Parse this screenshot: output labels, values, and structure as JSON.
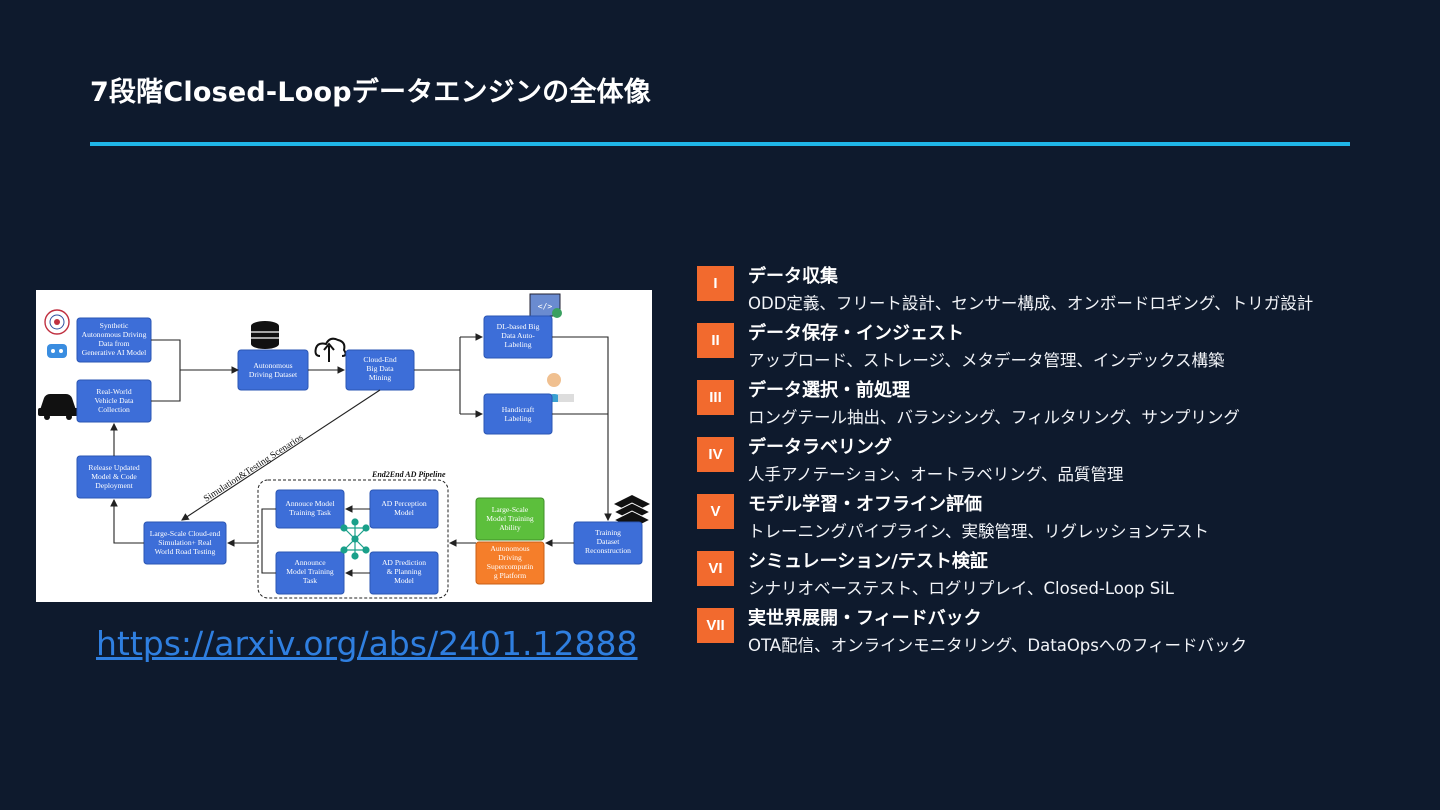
{
  "title": "7段階Closed-Loopデータエンジンの全体像",
  "figure": {
    "pipeline_label": "End2End AD Pipeline",
    "diagonal_label": "Simulation&Testing Scenarios",
    "boxes": {
      "synthetic": [
        "Synthetic",
        "Autonomous Driving",
        "Data from",
        "Generative AI Model"
      ],
      "real_world": [
        "Real-World",
        "Vehicle Data",
        "Collection"
      ],
      "release": [
        "Release Updated",
        "Model & Code",
        "Deployment"
      ],
      "large_scale_sim": [
        "Large-Scale Cloud-end",
        "Simulation+ Real",
        "World Road Testing"
      ],
      "ad_dataset": [
        "Autonomous",
        "Driving Dataset"
      ],
      "cloud_mining": [
        "Cloud-End",
        "Big Data",
        "Mining"
      ],
      "dl_labeling": [
        "DL-based Big",
        "Data Auto-",
        "Labeling"
      ],
      "handicraft": [
        "Handicraft",
        "Labeling"
      ],
      "training_reconstruction": [
        "Training",
        "Dataset",
        "Reconstruction"
      ],
      "large_scale_training": [
        "Large-Scale",
        "Model Training",
        "Ability"
      ],
      "supercomputing": [
        "Autonomous",
        "Driving",
        "Supercomputin",
        "g Platform"
      ],
      "perception": [
        "AD Perception",
        "Model"
      ],
      "prediction": [
        "AD Prediction",
        "& Planning",
        "Model"
      ],
      "annouce_task": [
        "Annouce Model",
        "Training Task"
      ],
      "announce_task": [
        "Announce",
        "Model Training",
        "Task"
      ]
    }
  },
  "link": "https://arxiv.org/abs/2401.12888",
  "steps": [
    {
      "badge": "I",
      "title": "データ収集",
      "desc": "ODD定義、フリート設計、センサー構成、オンボードロギング、トリガ設計"
    },
    {
      "badge": "II",
      "title": "データ保存・インジェスト",
      "desc": "アップロード、ストレージ、メタデータ管理、インデックス構築"
    },
    {
      "badge": "III",
      "title": "データ選択・前処理",
      "desc": "ロングテール抽出、バランシング、フィルタリング、サンプリング"
    },
    {
      "badge": "IV",
      "title": "データラベリング",
      "desc": "人手アノテーション、オートラベリング、品質管理"
    },
    {
      "badge": "V",
      "title": "モデル学習・オフライン評価",
      "desc": "トレーニングパイプライン、実験管理、リグレッションテスト"
    },
    {
      "badge": "VI",
      "title": "シミュレーション/テスト検証",
      "desc": "シナリオベーステスト、ログリプレイ、Closed-Loop SiL"
    },
    {
      "badge": "VII",
      "title": "実世界展開・フィードバック",
      "desc": "OTA配信、オンラインモニタリング、DataOpsへのフィードバック"
    }
  ],
  "colors": {
    "background": "#0e1a2d",
    "accent_rule": "#1fb6e8",
    "badge": "#f26a2e",
    "link": "#2f7fe0"
  }
}
